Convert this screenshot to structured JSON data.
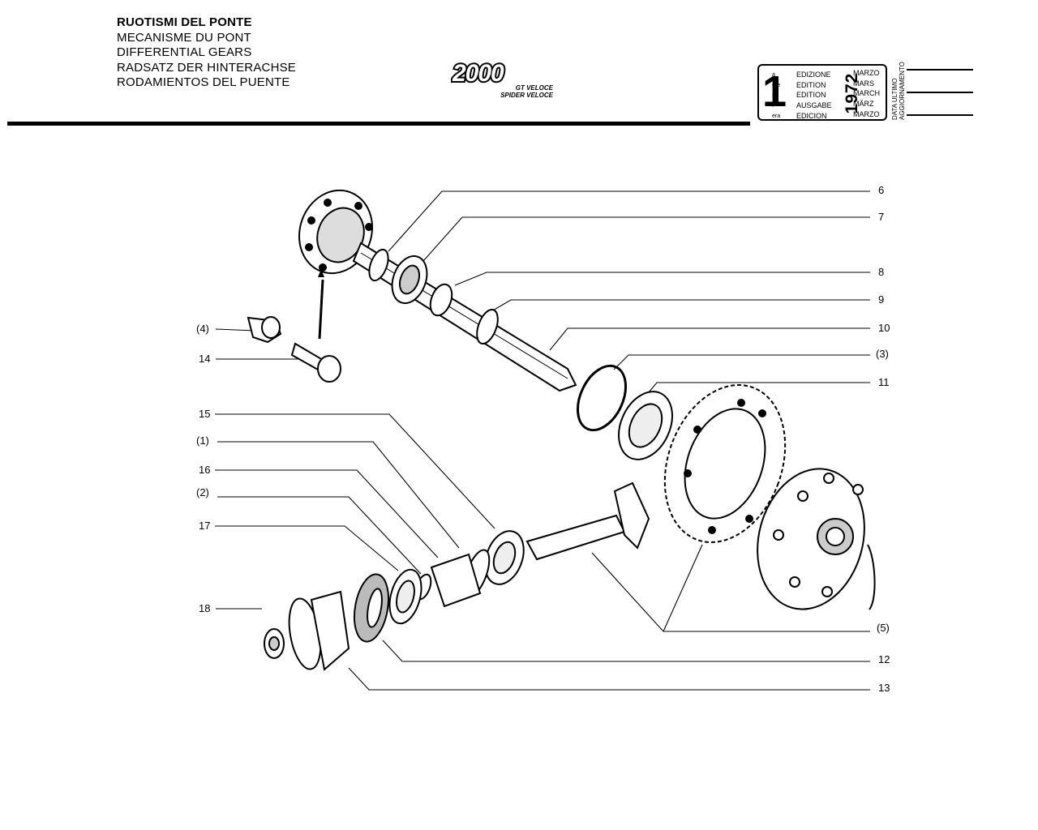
{
  "header": {
    "titles": [
      "RUOTISMI DEL PONTE",
      "MECANISME DU PONT",
      "DIFFERENTIAL GEARS",
      "RADSATZ DER HINTERACHSE",
      "RODAMIENTOS DEL PUENTE"
    ],
    "logo_text": "2000",
    "logo_sub": [
      "GT VELOCE",
      "SPIDER VELOCE"
    ]
  },
  "edition_box": {
    "number": "1",
    "suffixes": [
      "a",
      "ère",
      "st",
      ".",
      "era"
    ],
    "edition_words": [
      "EDIZIONE",
      "EDITION",
      "EDITION",
      "AUSGABE",
      "EDICION"
    ],
    "year": "1972",
    "months": [
      "MARZO",
      "MARS",
      "MARCH",
      "MÄRZ",
      "MARZO"
    ],
    "update_label": [
      "DATA ULTIMO",
      "AGGIORNAMENTO"
    ]
  },
  "callouts": [
    "6",
    "7",
    "8",
    "9",
    "10",
    "(3)",
    "11",
    "(4)",
    "14",
    "15",
    "(1)",
    "16",
    "(2)",
    "17",
    "18",
    "(5)",
    "12",
    "13"
  ]
}
